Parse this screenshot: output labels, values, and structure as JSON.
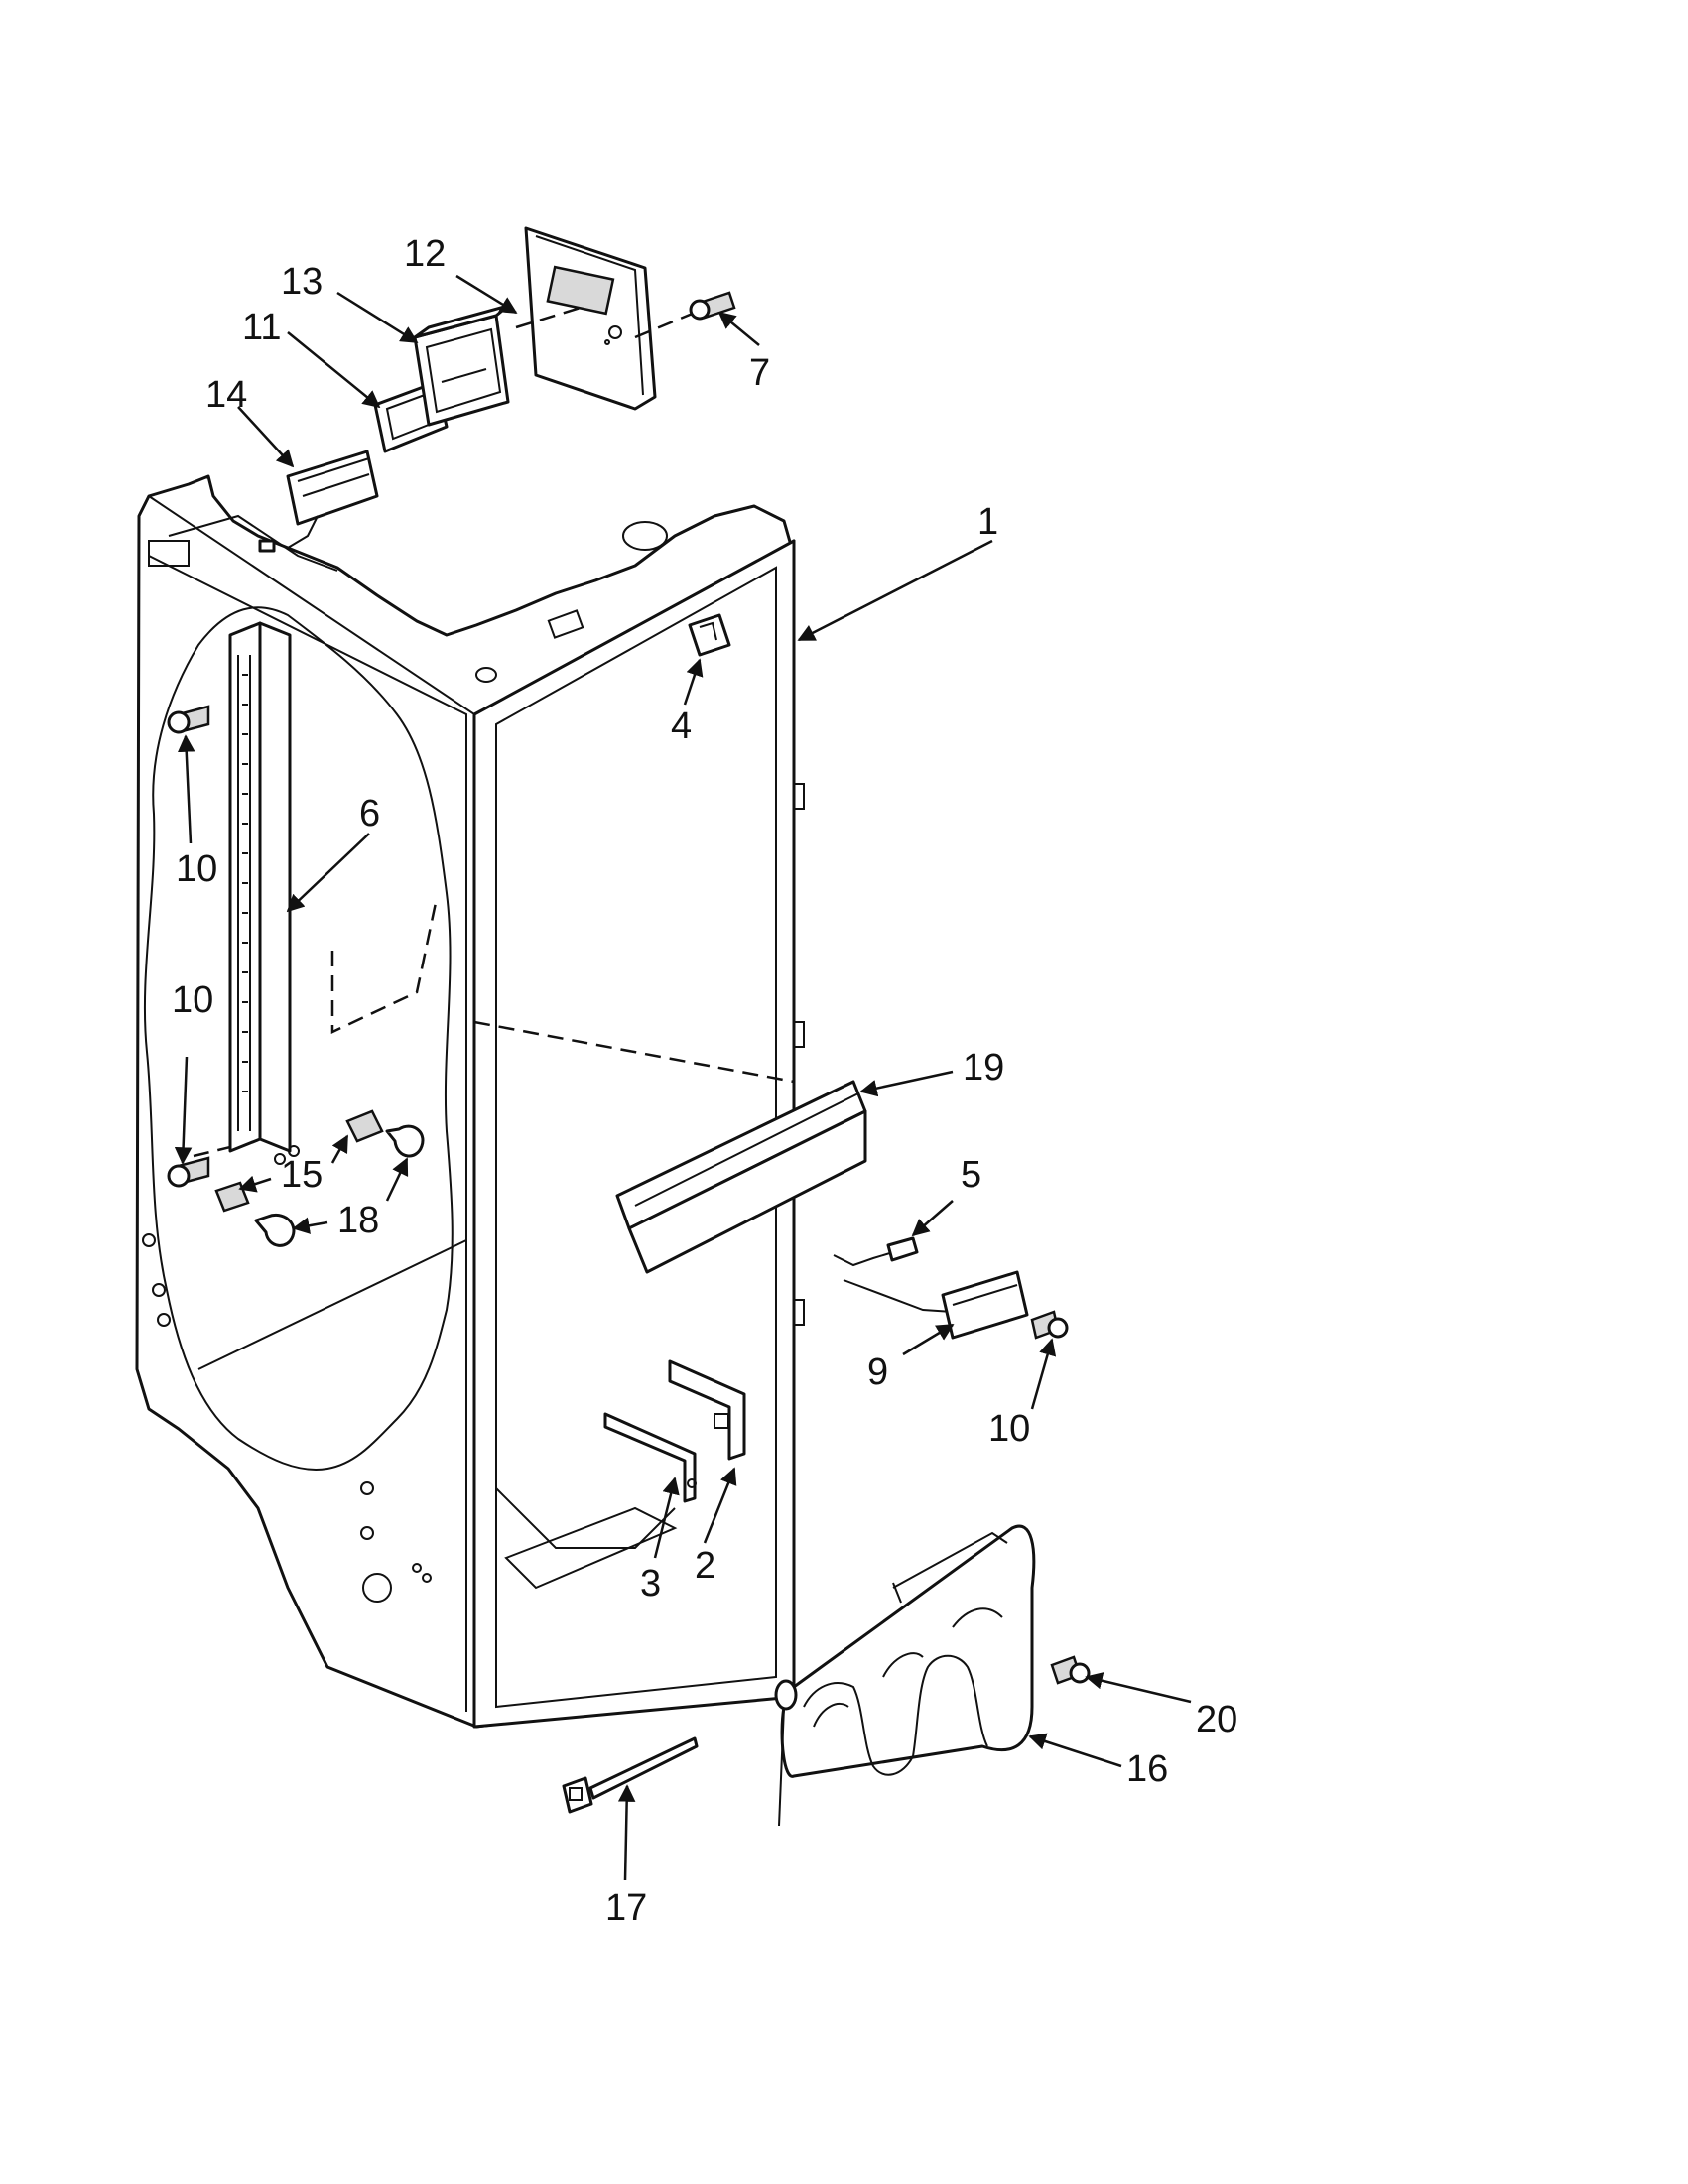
{
  "diagram": {
    "callouts": [
      {
        "id": "c1",
        "label": "1"
      },
      {
        "id": "c2",
        "label": "2"
      },
      {
        "id": "c3",
        "label": "3"
      },
      {
        "id": "c4",
        "label": "4"
      },
      {
        "id": "c5",
        "label": "5"
      },
      {
        "id": "c6",
        "label": "6"
      },
      {
        "id": "c7",
        "label": "7"
      },
      {
        "id": "c9",
        "label": "9"
      },
      {
        "id": "c10a",
        "label": "10"
      },
      {
        "id": "c10b",
        "label": "10"
      },
      {
        "id": "c10c",
        "label": "10"
      },
      {
        "id": "c11",
        "label": "11"
      },
      {
        "id": "c12",
        "label": "12"
      },
      {
        "id": "c13",
        "label": "13"
      },
      {
        "id": "c14",
        "label": "14"
      },
      {
        "id": "c15",
        "label": "15"
      },
      {
        "id": "c16",
        "label": "16"
      },
      {
        "id": "c17",
        "label": "17"
      },
      {
        "id": "c18",
        "label": "18"
      },
      {
        "id": "c19",
        "label": "19"
      },
      {
        "id": "c20",
        "label": "20"
      }
    ]
  },
  "colors": {
    "line": "#111111",
    "background": "#ffffff",
    "fill": "#ffffff"
  }
}
